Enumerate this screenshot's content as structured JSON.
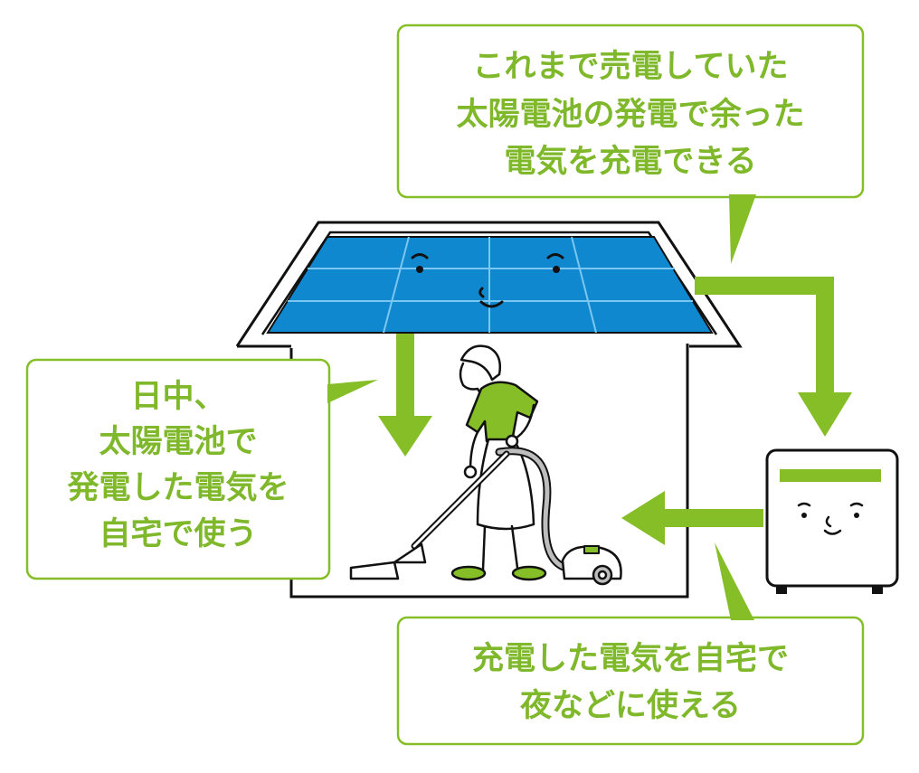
{
  "callouts": {
    "top_right": {
      "lines": [
        "これまで売電していた",
        "太陽電池の発電で余った",
        "電気を充電できる"
      ]
    },
    "left": {
      "lines": [
        "日中、",
        "太陽電池で",
        "発電した電気を",
        "自宅で使う"
      ]
    },
    "bottom_right": {
      "lines": [
        "充電した電気を自宅で",
        "夜などに使える"
      ]
    }
  },
  "icons": {
    "solar_panel": "smiling-solar-panel-icon",
    "battery": "smiling-storage-battery-icon",
    "person": "person-vacuuming-icon"
  },
  "colors": {
    "accent_green": "#86be28",
    "text_green": "#7fb82b",
    "panel_blue": "#0f88d0",
    "outline": "#111111"
  }
}
